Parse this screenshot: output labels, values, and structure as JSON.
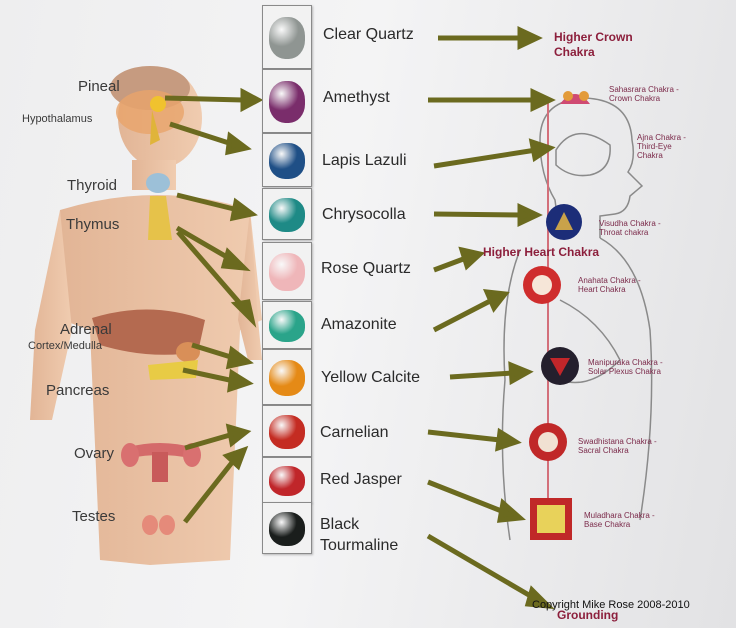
{
  "glands": [
    {
      "label": "Pineal"
    },
    {
      "label": "Hypothalamus"
    },
    {
      "label": "Thyroid"
    },
    {
      "label": "Thymus"
    },
    {
      "label": "Adrenal"
    },
    {
      "label": "Cortex/Medulla"
    },
    {
      "label": "Pancreas"
    },
    {
      "label": "Ovary"
    },
    {
      "label": "Testes"
    }
  ],
  "crystals": [
    {
      "label": "Clear Quartz",
      "color": "#8f9592"
    },
    {
      "label": "Amethyst",
      "color": "#7a2d6b"
    },
    {
      "label": "Lapis Lazuli",
      "color": "#1f4f86"
    },
    {
      "label": "Chrysocolla",
      "color": "#1e8a86"
    },
    {
      "label": "Rose Quartz",
      "color": "#efb6b9"
    },
    {
      "label": "Amazonite",
      "color": "#2aa48a"
    },
    {
      "label": "Yellow Calcite",
      "color": "#e58a16"
    },
    {
      "label": "Carnelian",
      "color": "#c42c22"
    },
    {
      "label": "Red Jasper",
      "color": "#c0262a"
    },
    {
      "label": "Black Tourmaline",
      "color": "#1a1e1c"
    }
  ],
  "headings": {
    "crown": "Higher Crown Chakra",
    "heart": "Higher Heart Chakra",
    "grounding": "Grounding"
  },
  "chakras": [
    {
      "label": "Sahasrara Chakra -\nCrown Chakra"
    },
    {
      "label": "Ajna Chakra -\nThird-Eye\nChakra"
    },
    {
      "label": "Visudha Chakra -\nThroat chakra"
    },
    {
      "label": "Anahata Chakra -\nHeart Chakra"
    },
    {
      "label": "Manipuraka Chakra -\nSolar Plexus Chakra"
    },
    {
      "label": "Swadhistana Chakra -\nSacral Chakra"
    },
    {
      "label": "Muladhara Chakra -\nBase Chakra"
    }
  ],
  "copyright": "Copyright Mike Rose 2008-2010",
  "colors": {
    "arrow": "#6b6a1f",
    "heading": "#8c1f3c",
    "chakra_text": "#7b2a4a"
  }
}
